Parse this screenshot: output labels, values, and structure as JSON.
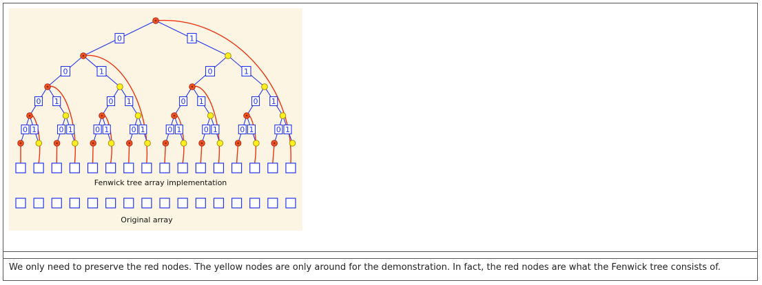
{
  "figure": {
    "labels": {
      "left": "0",
      "right": "1"
    },
    "tree_array_label": "Fenwick tree array implementation",
    "original_array_label": "Original array",
    "leaf_count": 16,
    "node_colors": {
      "red": "#ee5522",
      "yellow": "#ffee22"
    }
  },
  "caption": {
    "text": "We only need to preserve the red nodes. The yellow nodes are only around for the demonstration. In fact, the red nodes are what the Fenwick tree consists of."
  }
}
